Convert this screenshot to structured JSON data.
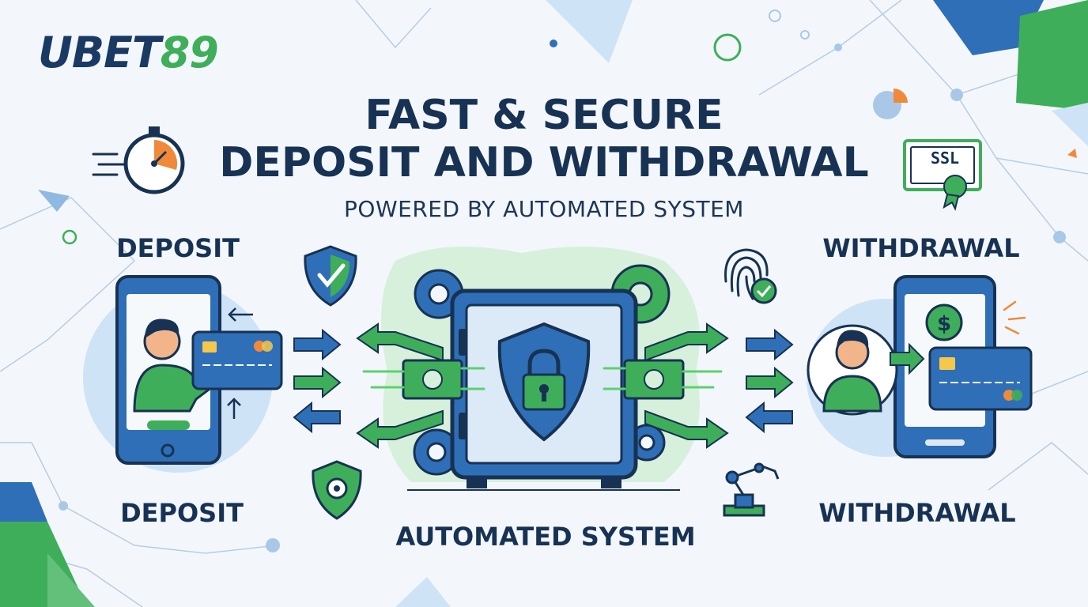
{
  "brand": {
    "logo_part1": "UBET",
    "logo_part2": "89"
  },
  "header": {
    "title_line1": "FAST & SECURE",
    "title_line2": "DEPOSIT AND WITHDRAWAL",
    "subtitle": "POWERED BY AUTOMATED SYSTEM"
  },
  "left": {
    "label_top": "DEPOSIT",
    "label_bottom": "DEPOSIT"
  },
  "right": {
    "label_top": "WITHDRAWAL",
    "label_bottom": "WITHDRAWAL"
  },
  "center": {
    "label": "AUTOMATED SYSTEM"
  },
  "badges": {
    "ssl": "SSL",
    "dollar": "$"
  },
  "icons": [
    "stopwatch-icon",
    "ssl-certificate-icon",
    "shield-check-icon",
    "shield-gear-icon",
    "fingerprint-icon",
    "robot-arm-icon",
    "gear-icon",
    "vault-icon",
    "padlock-icon",
    "credit-card-icon",
    "smartphone-icon",
    "cash-note-icon",
    "arrow-icon",
    "user-icon"
  ],
  "colors": {
    "navy": "#173253",
    "blue": "#2f6fb7",
    "green": "#3fae5a",
    "light_blue": "#cfe3f6",
    "orange": "#f08a3a"
  }
}
